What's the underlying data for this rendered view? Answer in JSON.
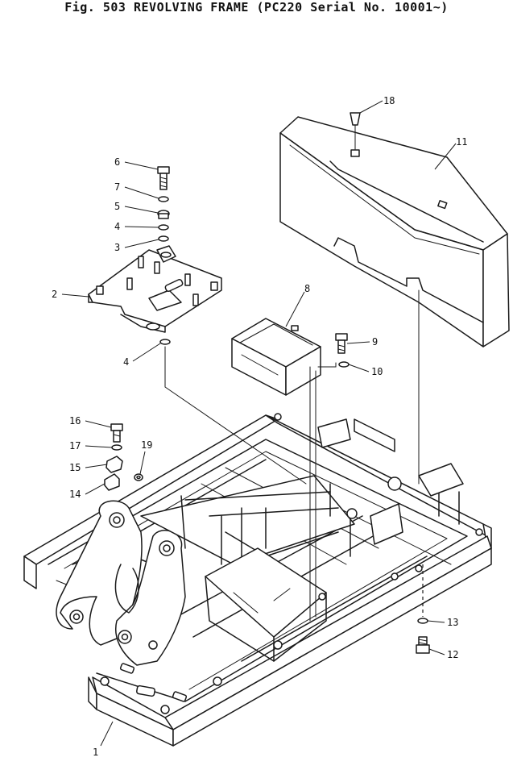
{
  "figure": {
    "title": "Fig. 503   REVOLVING FRAME   (PC220 Serial No. 10001~)"
  },
  "callouts": {
    "c1": "1",
    "c2": "2",
    "c3": "3",
    "c4a": "4",
    "c4b": "4",
    "c5": "5",
    "c6": "6",
    "c7": "7",
    "c8": "8",
    "c9": "9",
    "c10": "10",
    "c11": "11",
    "c12": "12",
    "c13": "13",
    "c14": "14",
    "c15": "15",
    "c16": "16",
    "c17": "17",
    "c18": "18",
    "c19": "19"
  }
}
